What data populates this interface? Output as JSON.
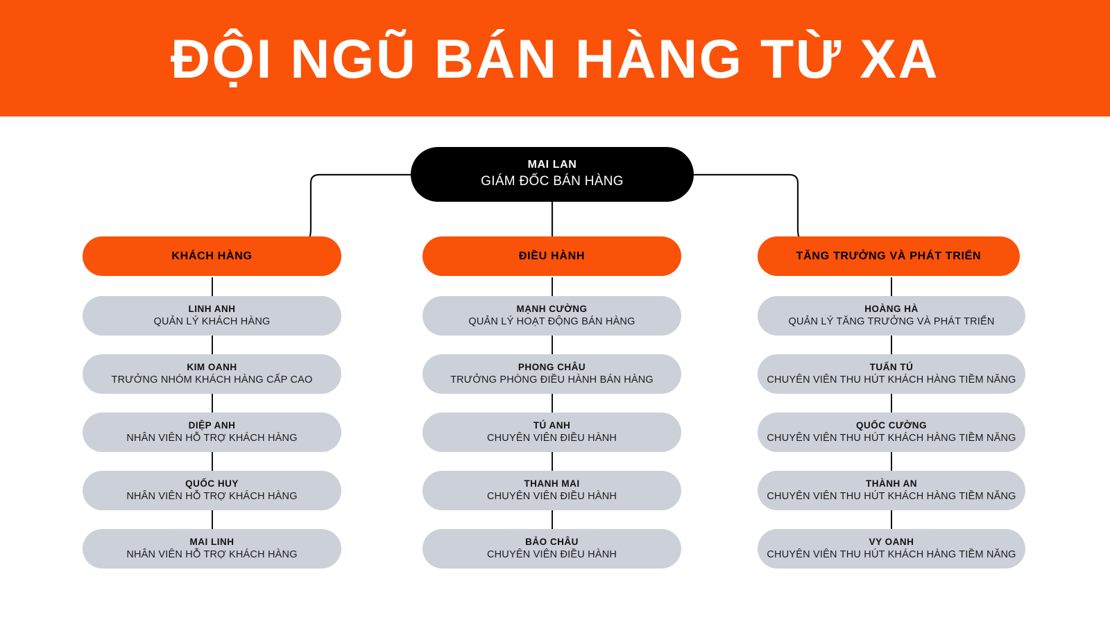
{
  "header": {
    "title": "ĐỘI NGŨ BÁN HÀNG TỪ XA",
    "background_color": "#FA5209",
    "text_color": "#FFFFFF"
  },
  "colors": {
    "orange": "#FA5209",
    "black": "#000000",
    "gray_card": "#CCD1D9",
    "white": "#FFFFFF",
    "connector": "#111111"
  },
  "root": {
    "name": "MAI LAN",
    "role": "GIÁM ĐỐC BÁN HÀNG"
  },
  "columns": [
    {
      "dept": "KHÁCH HÀNG",
      "members": [
        {
          "name": "LINH ANH",
          "role": "QUẢN LÝ KHÁCH HÀNG"
        },
        {
          "name": "KIM OANH",
          "role": "TRƯỞNG NHÓM KHÁCH HÀNG CẤP CAO"
        },
        {
          "name": "DIỆP ANH",
          "role": "NHÂN VIÊN HỖ TRỢ KHÁCH HÀNG"
        },
        {
          "name": "QUỐC HUY",
          "role": "NHÂN VIÊN HỖ TRỢ KHÁCH HÀNG"
        },
        {
          "name": "MAI LINH",
          "role": "NHÂN VIÊN HỖ TRỢ KHÁCH HÀNG"
        }
      ]
    },
    {
      "dept": "ĐIỀU HÀNH",
      "members": [
        {
          "name": "MẠNH CƯỜNG",
          "role": "QUẢN LÝ HOẠT ĐỘNG BÁN HÀNG"
        },
        {
          "name": "PHONG CHÂU",
          "role": "TRƯỞNG PHÒNG ĐIỀU HÀNH BÁN HÀNG"
        },
        {
          "name": "TÚ ANH",
          "role": "CHUYÊN VIÊN ĐIỀU HÀNH"
        },
        {
          "name": "THANH MAI",
          "role": "CHUYÊN VIÊN ĐIỀU HÀNH"
        },
        {
          "name": "BẢO CHÂU",
          "role": "CHUYÊN VIÊN ĐIỀU HÀNH"
        }
      ]
    },
    {
      "dept": "TĂNG TRƯỞNG VÀ PHÁT TRIỂN",
      "members": [
        {
          "name": "HOÀNG HÀ",
          "role": "QUẢN LÝ TĂNG TRƯỞNG VÀ PHÁT TRIỂN"
        },
        {
          "name": "TUẤN TÚ",
          "role": "CHUYÊN VIÊN THU HÚT KHÁCH HÀNG TIỀM NĂNG"
        },
        {
          "name": "QUỐC CƯỜNG",
          "role": "CHUYÊN VIÊN THU HÚT KHÁCH HÀNG TIỀM NĂNG"
        },
        {
          "name": "THÀNH AN",
          "role": "CHUYÊN VIÊN THU HÚT KHÁCH HÀNG TIỀM NĂNG"
        },
        {
          "name": "VY OANH",
          "role": "CHUYÊN VIÊN THU HÚT KHÁCH HÀNG TIỀM NĂNG"
        }
      ]
    }
  ]
}
